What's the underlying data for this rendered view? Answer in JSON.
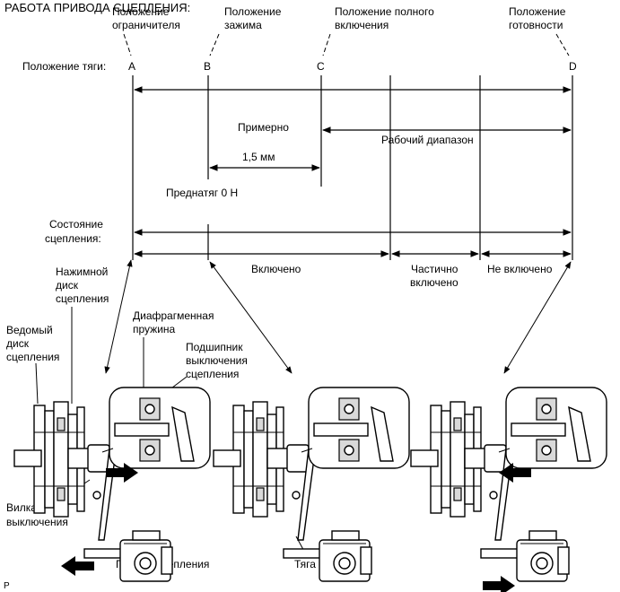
{
  "title": "РАБОТА ПРИВОДА СЦЕПЛЕНИЯ:",
  "positions": {
    "limiter": [
      "Положение",
      "ограничителя"
    ],
    "clamp": [
      "Положение",
      "зажима"
    ],
    "full_engagement": [
      "Положение полного",
      "включения"
    ],
    "ready": [
      "Положение",
      "готовности"
    ],
    "rod_label": "Положение тяги:",
    "letters": [
      "A",
      "B",
      "C",
      "D"
    ]
  },
  "measurements": {
    "approx": "Примерно",
    "travel": "1,5 мм",
    "preload": "Преднатяг 0 Н",
    "working_range": "Рабочий диапазон"
  },
  "state": {
    "label": [
      "Состояние",
      "сцепления:"
    ],
    "engaged": "Включено",
    "partial": [
      "Частично",
      "включено"
    ],
    "disengaged": "Не включено"
  },
  "parts": {
    "pressure_plate": [
      "Нажимной",
      "диск",
      "сцепления"
    ],
    "driven_disc": [
      "Ведомый",
      "диск",
      "сцепления"
    ],
    "diaphragm_spring": [
      "Диафрагменная",
      "пружина"
    ],
    "release_bearing": [
      "Подшипник",
      "выключения",
      "сцепления"
    ],
    "release_fork": [
      "Вилка",
      "выключения"
    ],
    "actuator": "Привод сцепления",
    "rod": "Тяга"
  },
  "footer": "P"
}
